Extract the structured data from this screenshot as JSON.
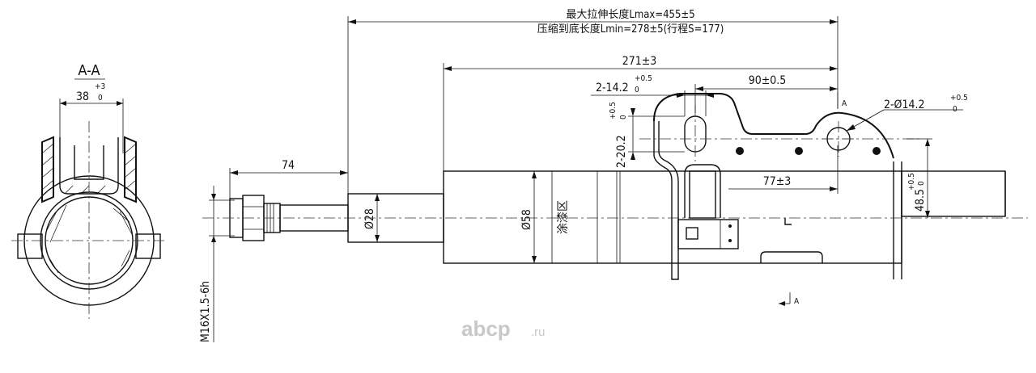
{
  "header": {
    "line1": "最大拉伸长度Lmax=455±5",
    "line2": "压缩到底长度Lmin=278±5(行程S=177)"
  },
  "section": {
    "title": "A-A",
    "angle_value": "38",
    "angle_tol_upper": "+3",
    "angle_tol_lower": "0"
  },
  "dimensions": {
    "d271": "271±3",
    "d90": "90±0.5",
    "slot_width": "2-14.2",
    "slot_width_tol": "+0.5",
    "slot_width_tol_lower": "0",
    "hole_dia": "2-Ø14.2",
    "hole_tol": "+0.5",
    "hole_tol_lower": "0",
    "slot_height": "2-20.2",
    "slot_height_tol": "+0.5",
    "slot_height_tol_lower": "0",
    "d74": "74",
    "d28": "Ø28",
    "d58": "Ø58",
    "d77": "77±3",
    "d48": "48.5",
    "d48_tol": "+0.5",
    "d48_tol_lower": "0",
    "thread": "M16X1.5-6h",
    "section_mark_top": "A",
    "section_mark_bottom": "A",
    "paint_zone": "涂漆区"
  },
  "watermark": {
    "brand": "abcp",
    "domain": ".ru"
  }
}
